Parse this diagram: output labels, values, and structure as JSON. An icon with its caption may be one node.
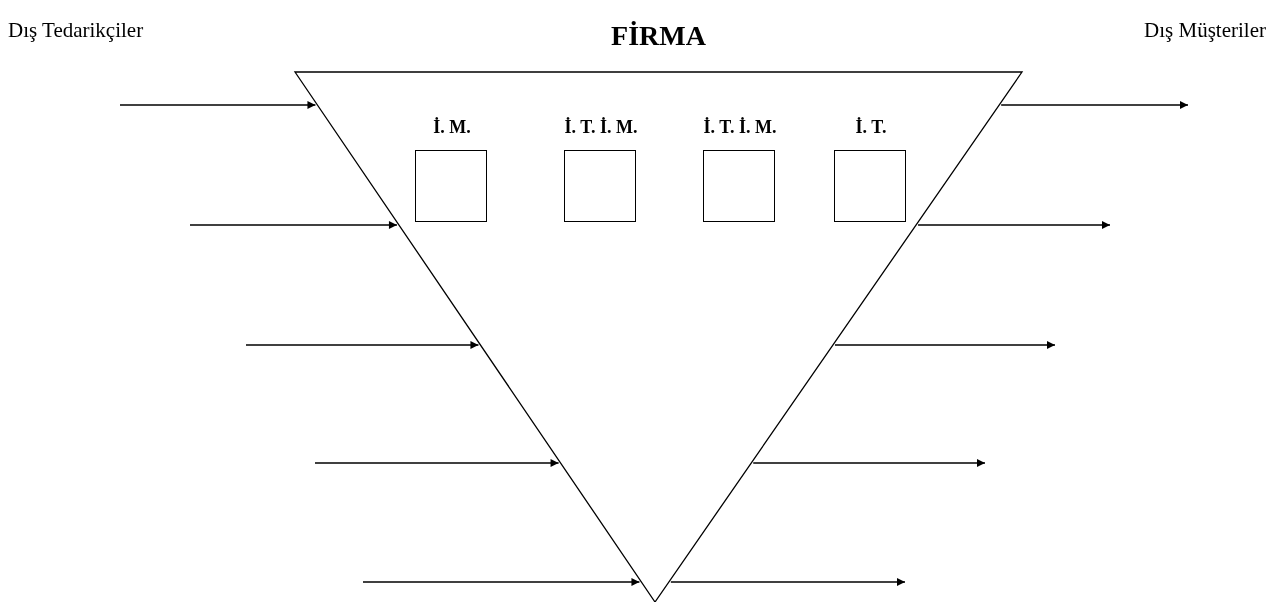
{
  "diagram": {
    "nodes": [
      {
        "text": [
          "Dış Tedarikçiler"
        ]
      },
      {
        "text": [
          "FİRMA"
        ]
      },
      {
        "text": [
          "İ. M."
        ],
        "in": 1
      },
      {
        "text": [
          "İ. T. İ. M."
        ],
        "in": 1
      },
      {
        "text": [
          "İ. T. İ. M."
        ],
        "in": 1
      },
      {
        "text": [
          "İ. T."
        ],
        "in": 1
      },
      {
        "text": [
          "Dış Müşteriler"
        ]
      }
    ],
    "edges": [
      {
        "from": null,
        "to": 1,
        "arrow": "to"
      },
      {
        "from": null,
        "to": 1,
        "arrow": "to"
      },
      {
        "from": null,
        "to": 1,
        "arrow": "to"
      },
      {
        "from": null,
        "to": 1,
        "arrow": "to"
      },
      {
        "from": null,
        "to": 1,
        "arrow": "to"
      },
      {
        "from": 1,
        "to": null,
        "arrow": "to"
      },
      {
        "from": 1,
        "to": null,
        "arrow": "to"
      },
      {
        "from": 1,
        "to": null,
        "arrow": "to"
      },
      {
        "from": 1,
        "to": null,
        "arrow": "to"
      },
      {
        "from": 1,
        "to": null,
        "arrow": "to"
      }
    ]
  }
}
